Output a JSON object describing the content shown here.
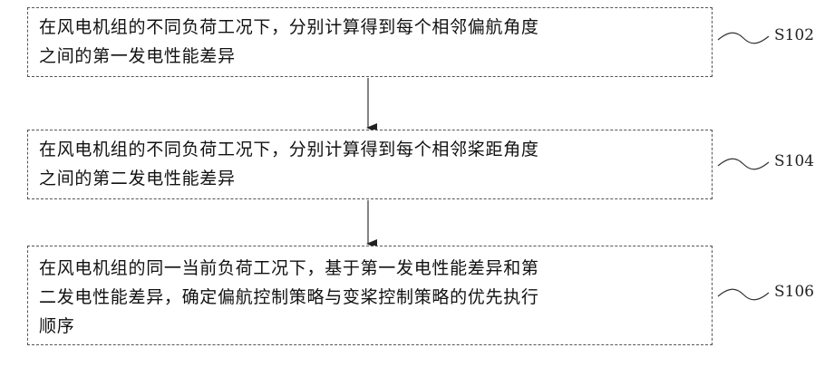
{
  "steps": [
    {
      "id": "S102",
      "lines": [
        "在风电机组的不同负荷工况下，分别计算得到每个相邻偏航角度",
        "之间的第一发电性能差异"
      ]
    },
    {
      "id": "S104",
      "lines": [
        "在风电机组的不同负荷工况下，分别计算得到每个相邻桨距角度",
        "之间的第二发电性能差异"
      ]
    },
    {
      "id": "S106",
      "lines": [
        "在风电机组的同一当前负荷工况下，基于第一发电性能差异和第",
        "二发电性能差异，确定偏航控制策略与变桨控制策略的优先执行",
        "顺序"
      ]
    }
  ]
}
